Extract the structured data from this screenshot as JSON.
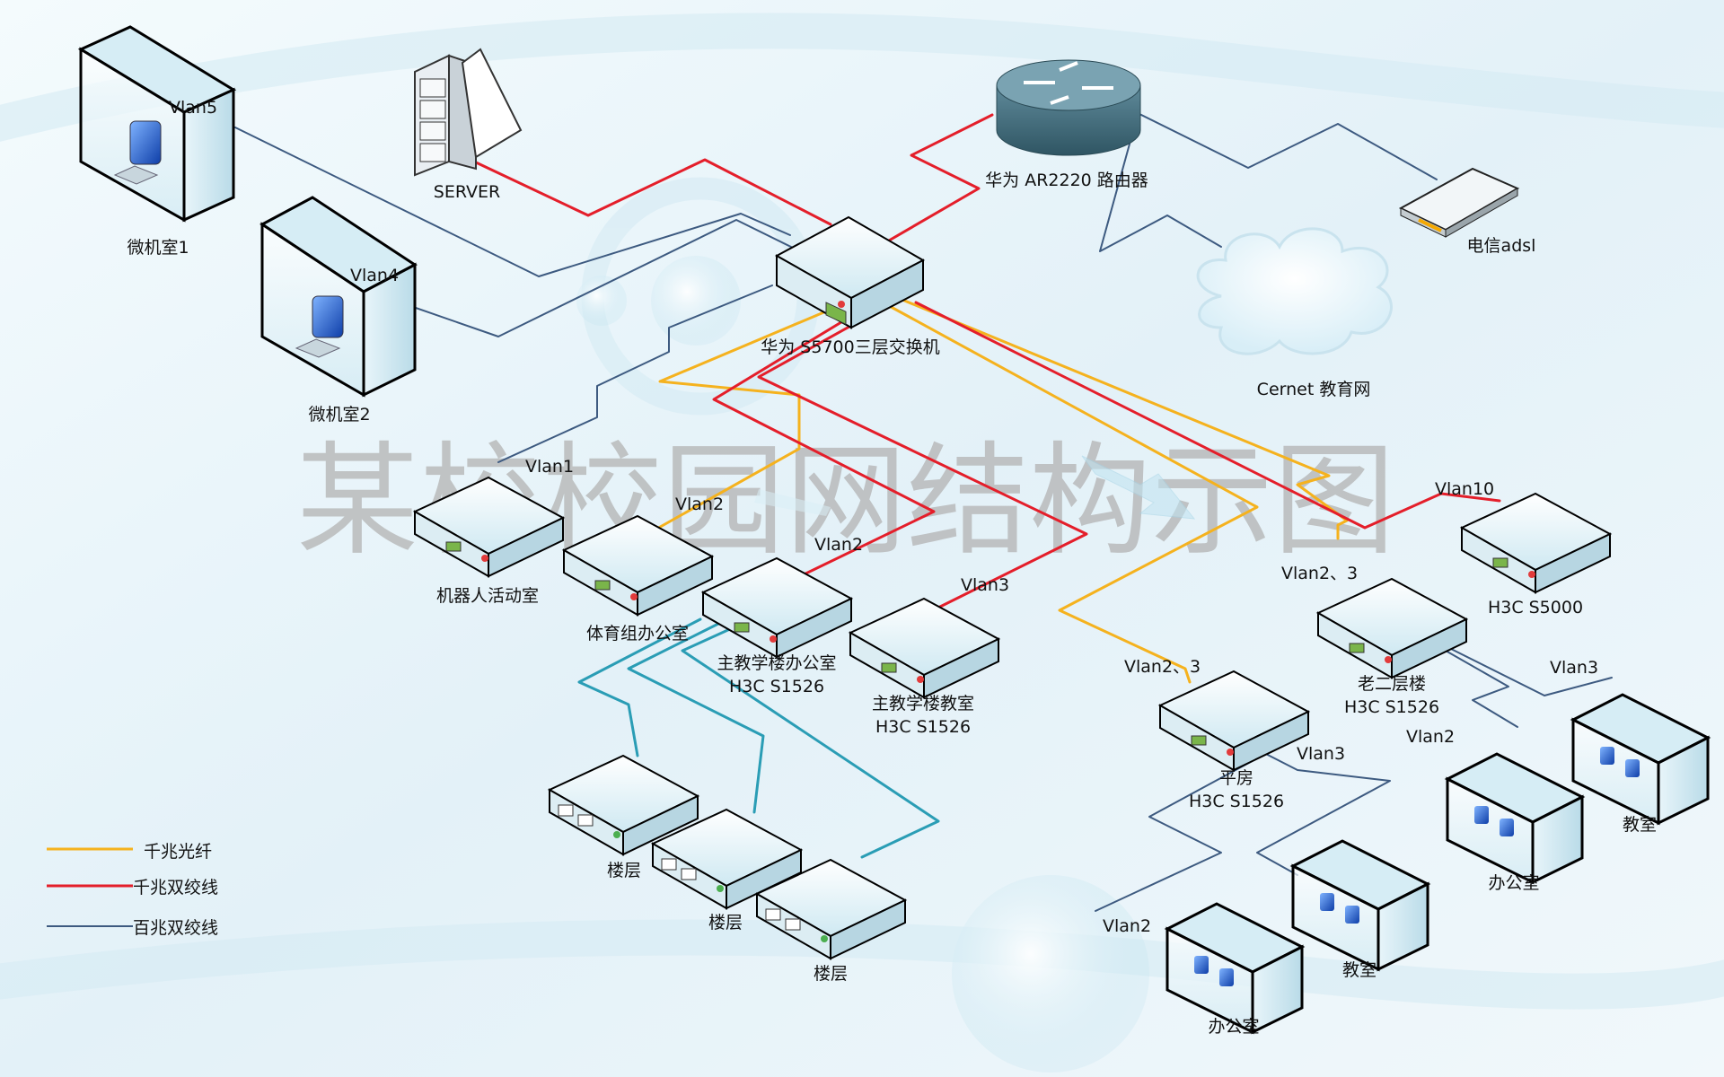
{
  "title": "某校校园网结构示图",
  "colors": {
    "fiber": "#f5b21e",
    "gigabit_twisted": "#e41e2a",
    "hundred_twisted": "#3d5a80",
    "floor_link": "#2a9db5",
    "title_gray": "#b3b3b3"
  },
  "nodes": {
    "lab1": "微机室1",
    "lab2": "微机室2",
    "server": "SERVER",
    "router": "华为 AR2220 路由器",
    "adsl": "电信adsl",
    "cernet": "Cernet 教育网",
    "core_switch": "华为 S5700三层交换机",
    "robot_room": "机器人活动室",
    "sports_office": "体育组办公室",
    "main_office_1": "主教学楼办公室",
    "main_office_2": "H3C S1526",
    "main_class_1": "主教学楼教室",
    "main_class_2": "H3C S1526",
    "h3c_s5000": "H3C S5000",
    "old_floor2_1": "老二层楼",
    "old_floor2_2": "H3C S1526",
    "bungalow_1": "平房",
    "bungalow_2": "H3C S1526",
    "floor_a": "楼层",
    "floor_b": "楼层",
    "floor_c": "楼层",
    "classroom_r": "教室",
    "office_r": "办公室",
    "classroom_b": "教室",
    "office_b": "办公室"
  },
  "vlans": {
    "lab1": "Vlan5",
    "lab2": "Vlan4",
    "robot": "Vlan1",
    "sports": "Vlan2",
    "main_office": "Vlan2",
    "main_class": "Vlan3",
    "s5000": "Vlan10",
    "old_floor": "Vlan2、3",
    "bungalow": "Vlan2、3",
    "classroom_r": "Vlan3",
    "office_r": "Vlan2",
    "bungalow_class": "Vlan3",
    "bungalow_office": "Vlan2"
  },
  "legend": [
    {
      "label": "千兆光纤",
      "color_key": "fiber"
    },
    {
      "label": "千兆双绞线",
      "color_key": "gigabit_twisted"
    },
    {
      "label": "百兆双绞线",
      "color_key": "hundred_twisted"
    }
  ]
}
